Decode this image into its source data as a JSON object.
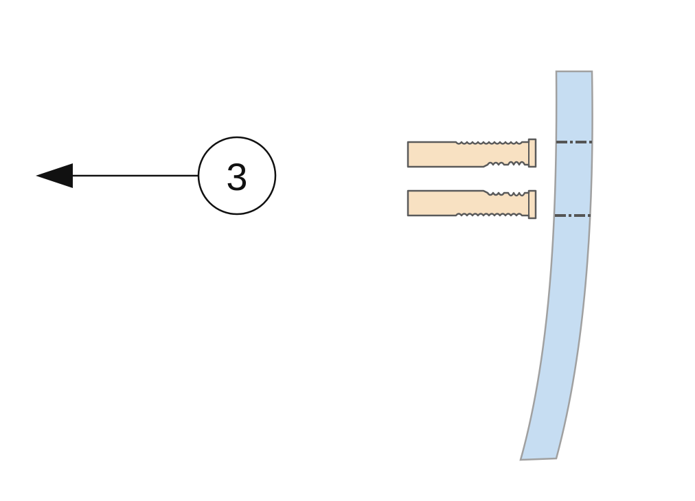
{
  "step": {
    "number": "3",
    "direction": "left"
  },
  "parts": {
    "anchor_count": 2,
    "wall_marks": 2
  },
  "colors": {
    "anchor_fill": "#f8e1c2",
    "anchor_stroke": "#5a5a5a",
    "wall_fill": "#c6ddf2",
    "wall_stroke": "#a0a0a0",
    "mark_stroke": "#555555",
    "ink": "#111111"
  }
}
